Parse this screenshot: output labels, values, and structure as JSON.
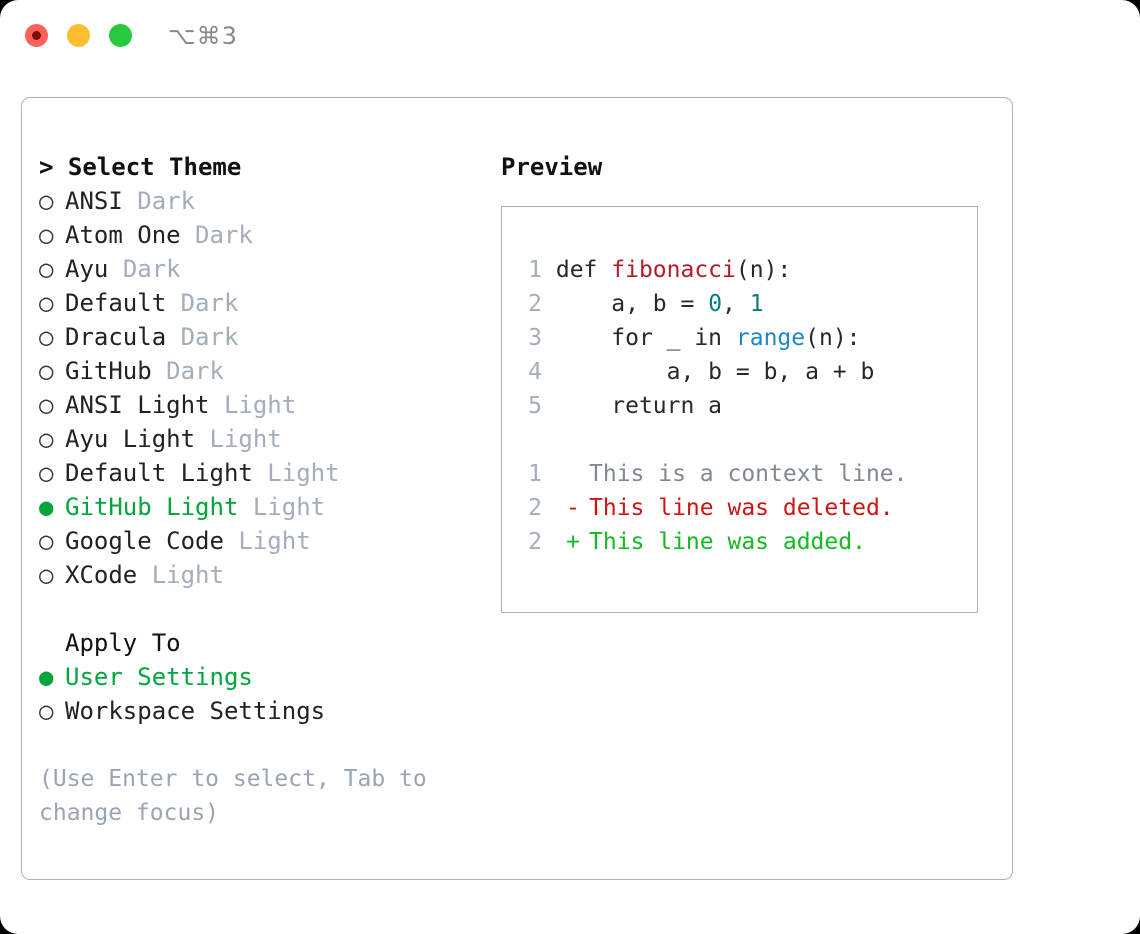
{
  "window": {
    "shortcut": "⌥⌘3",
    "traffic_lights": [
      {
        "name": "close",
        "color": "#ff6159"
      },
      {
        "name": "minimize",
        "color": "#ffbd2e"
      },
      {
        "name": "zoom",
        "color": "#27c93f"
      }
    ]
  },
  "theme_picker": {
    "caret": ">",
    "title": "Select Theme",
    "marker_selected": "●",
    "marker_unselected": "○",
    "items": [
      {
        "name": "ANSI",
        "tag": "Dark",
        "selected": false
      },
      {
        "name": "Atom One",
        "tag": "Dark",
        "selected": false
      },
      {
        "name": "Ayu",
        "tag": "Dark",
        "selected": false
      },
      {
        "name": "Default",
        "tag": "Dark",
        "selected": false
      },
      {
        "name": "Dracula",
        "tag": "Dark",
        "selected": false
      },
      {
        "name": "GitHub",
        "tag": "Dark",
        "selected": false
      },
      {
        "name": "ANSI Light",
        "tag": "Light",
        "selected": false
      },
      {
        "name": "Ayu Light",
        "tag": "Light",
        "selected": false
      },
      {
        "name": "Default Light",
        "tag": "Light",
        "selected": false
      },
      {
        "name": "GitHub Light",
        "tag": "Light",
        "selected": true
      },
      {
        "name": "Google Code",
        "tag": "Light",
        "selected": false
      },
      {
        "name": "XCode",
        "tag": "Light",
        "selected": false
      }
    ]
  },
  "apply_to": {
    "title": "Apply To",
    "items": [
      {
        "name": "User Settings",
        "selected": true
      },
      {
        "name": "Workspace Settings",
        "selected": false
      }
    ]
  },
  "hint": "(Use Enter to select, Tab to change focus)",
  "preview": {
    "title": "Preview",
    "code_lines": [
      {
        "no": "1",
        "segments": [
          {
            "t": "def ",
            "c": "plain"
          },
          {
            "t": "fibonacci",
            "c": "fn"
          },
          {
            "t": "(n):",
            "c": "plain"
          }
        ]
      },
      {
        "no": "2",
        "segments": [
          {
            "t": "    a, b = ",
            "c": "plain"
          },
          {
            "t": "0",
            "c": "num"
          },
          {
            "t": ", ",
            "c": "plain"
          },
          {
            "t": "1",
            "c": "num"
          }
        ]
      },
      {
        "no": "3",
        "segments": [
          {
            "t": "    for _ in ",
            "c": "plain"
          },
          {
            "t": "range",
            "c": "call"
          },
          {
            "t": "(n):",
            "c": "plain"
          }
        ]
      },
      {
        "no": "4",
        "segments": [
          {
            "t": "        a, b = b, a + b",
            "c": "plain"
          }
        ]
      },
      {
        "no": "5",
        "segments": [
          {
            "t": "    return a",
            "c": "plain"
          }
        ]
      }
    ],
    "diff_lines": [
      {
        "no": "1",
        "sign": "",
        "text": "This is a context line.",
        "kind": "ctx"
      },
      {
        "no": "2",
        "sign": "-",
        "text": "This line was deleted.",
        "kind": "del"
      },
      {
        "no": "2",
        "sign": "+",
        "text": "This line was added.",
        "kind": "add"
      }
    ]
  },
  "colors": {
    "accent_green": "#00a63c",
    "muted": "#a3adbb",
    "hint": "#9aa4b3",
    "border": "#a9b3c2",
    "diff_added": "#12bb22",
    "diff_deleted": "#d01414",
    "syntax_function": "#b31d28",
    "syntax_number": "#0a7d7d",
    "syntax_call": "#1c86c9"
  }
}
